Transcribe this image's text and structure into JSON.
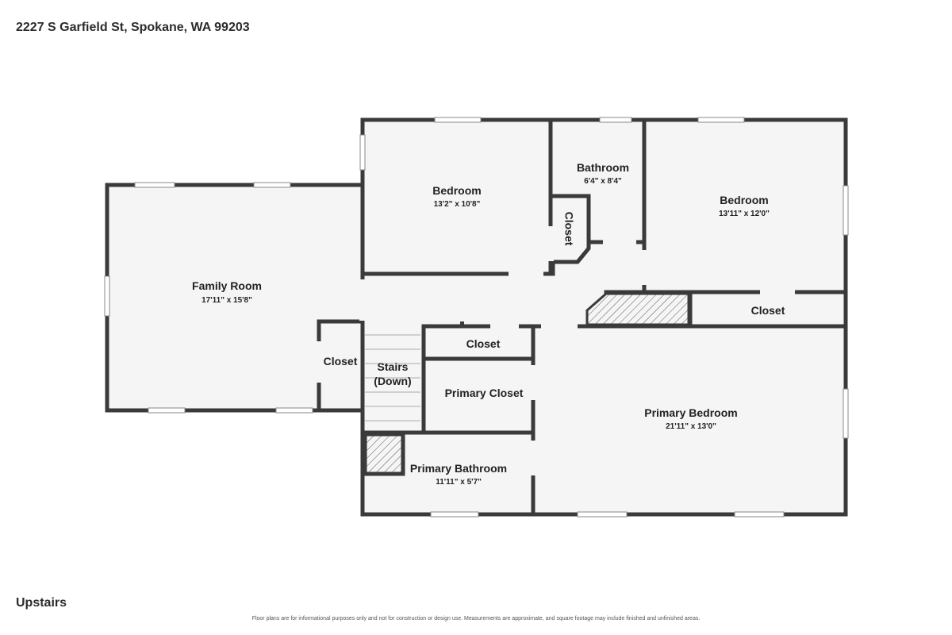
{
  "header": {
    "address": "2227 S Garfield St, Spokane, WA 99203"
  },
  "footer": {
    "floor_label": "Upstairs",
    "disclaimer": "Floor plans are for informational purposes only and not for construction or design use. Measurements are approximate, and square footage may include finished and unfinished areas."
  },
  "colors": {
    "wall": "#3a3a3a",
    "floor": "#f5f5f5",
    "window": "#ffffff",
    "background": "#ffffff"
  },
  "rooms": {
    "family_room": {
      "name": "Family Room",
      "dims": "17'11\" x 15'8\""
    },
    "bedroom_1": {
      "name": "Bedroom",
      "dims": "13'2\" x 10'8\""
    },
    "bathroom": {
      "name": "Bathroom",
      "dims": "6'4\" x 8'4\""
    },
    "bedroom_2": {
      "name": "Bedroom",
      "dims": "13'11\" x 12'0\""
    },
    "closet_bath": {
      "name": "Closet"
    },
    "closet_bedroom2": {
      "name": "Closet"
    },
    "closet_family": {
      "name": "Closet"
    },
    "closet_hall": {
      "name": "Closet"
    },
    "stairs": {
      "name": "Stairs",
      "sub": "(Down)"
    },
    "primary_closet": {
      "name": "Primary Closet"
    },
    "primary_bedroom": {
      "name": "Primary Bedroom",
      "dims": "21'11\" x 13'0\""
    },
    "primary_bathroom": {
      "name": "Primary Bathroom",
      "dims": "11'11\" x 5'7\""
    }
  }
}
